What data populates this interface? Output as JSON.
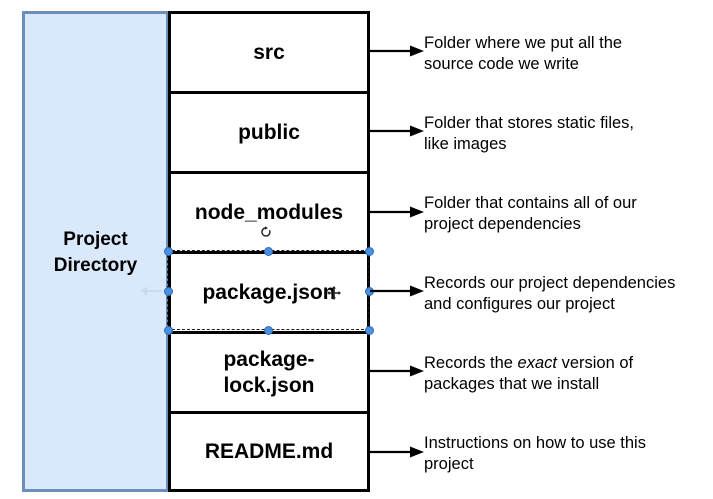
{
  "project": {
    "label": "Project\nDirectory"
  },
  "rows": [
    {
      "label": "src",
      "description_lines": [
        "Folder where we put all the",
        "source code we write"
      ]
    },
    {
      "label": "public",
      "description_lines": [
        "Folder that stores static files,",
        "like images"
      ]
    },
    {
      "label": "node_modules",
      "description_lines": [
        "Folder that contains all of our",
        "project dependencies"
      ]
    },
    {
      "label": "package.json",
      "description_lines": [
        "Records our project dependencies",
        "and configures our project"
      ]
    },
    {
      "label": "package-\nlock.json",
      "description_lines": [
        [
          "Records the ",
          "exact",
          " version of"
        ],
        "packages that we install"
      ]
    },
    {
      "label": "README.md",
      "description_lines": [
        "Instructions on how to use this",
        "project"
      ]
    }
  ],
  "colors": {
    "project_fill": "#dae8fc",
    "project_border": "#6c8ebf",
    "selection_handle": "#4a90e2"
  }
}
